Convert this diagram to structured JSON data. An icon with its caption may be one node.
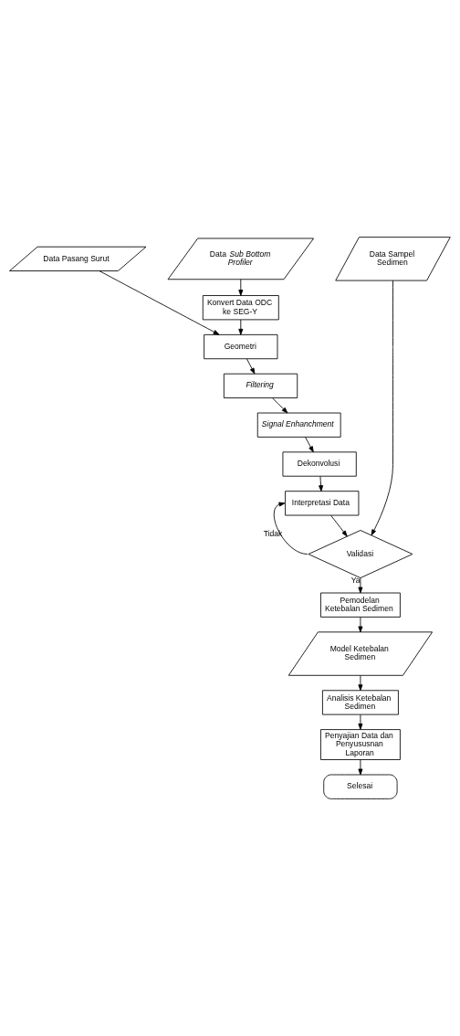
{
  "diagram": {
    "nodes": [
      {
        "text": [
          "Data Pasang Surut"
        ]
      },
      {
        "text": [
          "Data *Sub Bottom Profiler*"
        ]
      },
      {
        "text": [
          "Data Sampel Sedimen"
        ]
      },
      {
        "text": [
          "Konvert Data ODC ke SEG-Y"
        ]
      },
      {
        "text": [
          "Geometri"
        ]
      },
      {
        "text": [
          "Filtering"
        ]
      },
      {
        "text": [
          "Signal Enhanchment"
        ]
      },
      {
        "text": [
          "Dekonvolusi"
        ]
      },
      {
        "text": [
          "Interpretasi Data"
        ]
      },
      {
        "text": [
          "Validasi"
        ]
      },
      {
        "text": [
          "Pemodelan Ketebalan Sedimen"
        ]
      },
      {
        "text": [
          "Model Ketebalan Sedimen"
        ]
      },
      {
        "text": [
          "Analisis Ketebalan Sedimen"
        ]
      },
      {
        "text": [
          "Penyajian Data dan Penyususnan Laporan"
        ]
      },
      {
        "text": [
          "Selesai"
        ]
      }
    ],
    "edges": [
      {
        "from": 1,
        "to": 3,
        "arrow": "to"
      },
      {
        "from": 3,
        "to": 4,
        "arrow": "to"
      },
      {
        "from": 0,
        "to": 4,
        "arrow": "to"
      },
      {
        "from": 4,
        "to": 5,
        "arrow": "to"
      },
      {
        "from": 5,
        "to": 6,
        "arrow": "to"
      },
      {
        "from": 6,
        "to": 7,
        "arrow": "to"
      },
      {
        "from": 7,
        "to": 8,
        "arrow": "to"
      },
      {
        "from": 8,
        "to": 9,
        "arrow": "to"
      },
      {
        "from": 9,
        "to": 8,
        "arrow": "to",
        "label": "Tidak"
      },
      {
        "from": 2,
        "to": 9,
        "arrow": "to"
      },
      {
        "from": 9,
        "to": 10,
        "arrow": "to",
        "label": "Ya"
      },
      {
        "from": 10,
        "to": 11,
        "arrow": "to"
      },
      {
        "from": 11,
        "to": 12,
        "arrow": "to"
      },
      {
        "from": 12,
        "to": 13,
        "arrow": "to"
      },
      {
        "from": 13,
        "to": 14,
        "arrow": "to"
      }
    ]
  }
}
